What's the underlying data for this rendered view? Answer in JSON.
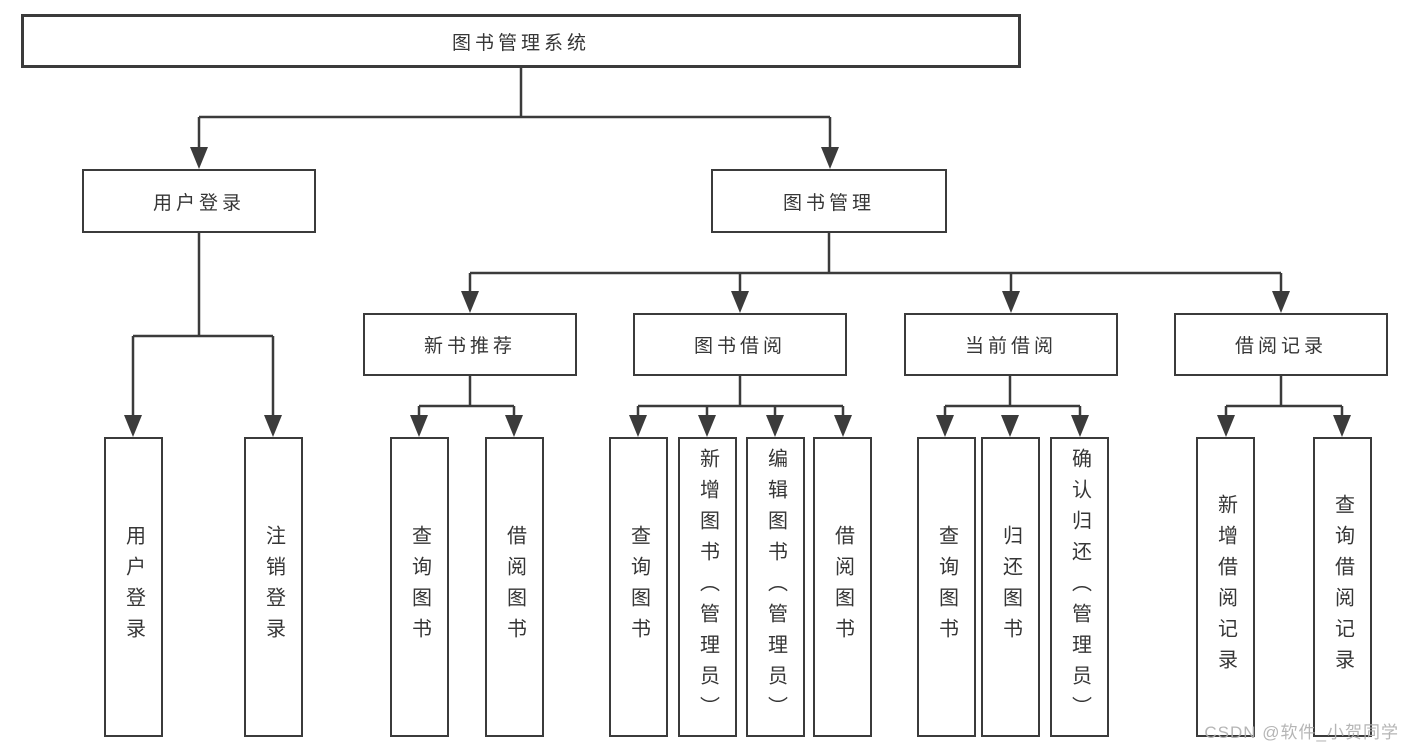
{
  "diagram": {
    "root": {
      "label": "图书管理系统"
    },
    "branches": {
      "user_login": {
        "label": "用户登录",
        "children": [
          "用户登录",
          "注销登录"
        ]
      },
      "book_management": {
        "label": "图书管理",
        "groups": [
          {
            "label": "新书推荐",
            "children": [
              "查询图书",
              "借阅图书"
            ]
          },
          {
            "label": "图书借阅",
            "children": [
              "查询图书",
              "新增图书（管理员）",
              "编辑图书（管理员）",
              "借阅图书"
            ]
          },
          {
            "label": "当前借阅",
            "children": [
              "查询图书",
              "归还图书",
              "确认归还（管理员）"
            ]
          },
          {
            "label": "借阅记录",
            "children": [
              "新增借阅记录",
              "查询借阅记录"
            ]
          }
        ]
      }
    },
    "colors": {
      "line": "#3b3b3b",
      "text": "#363636",
      "background": "#ffffff",
      "watermark": "#afafaf"
    }
  },
  "watermark": {
    "text": "CSDN @软件_小贺同学"
  }
}
